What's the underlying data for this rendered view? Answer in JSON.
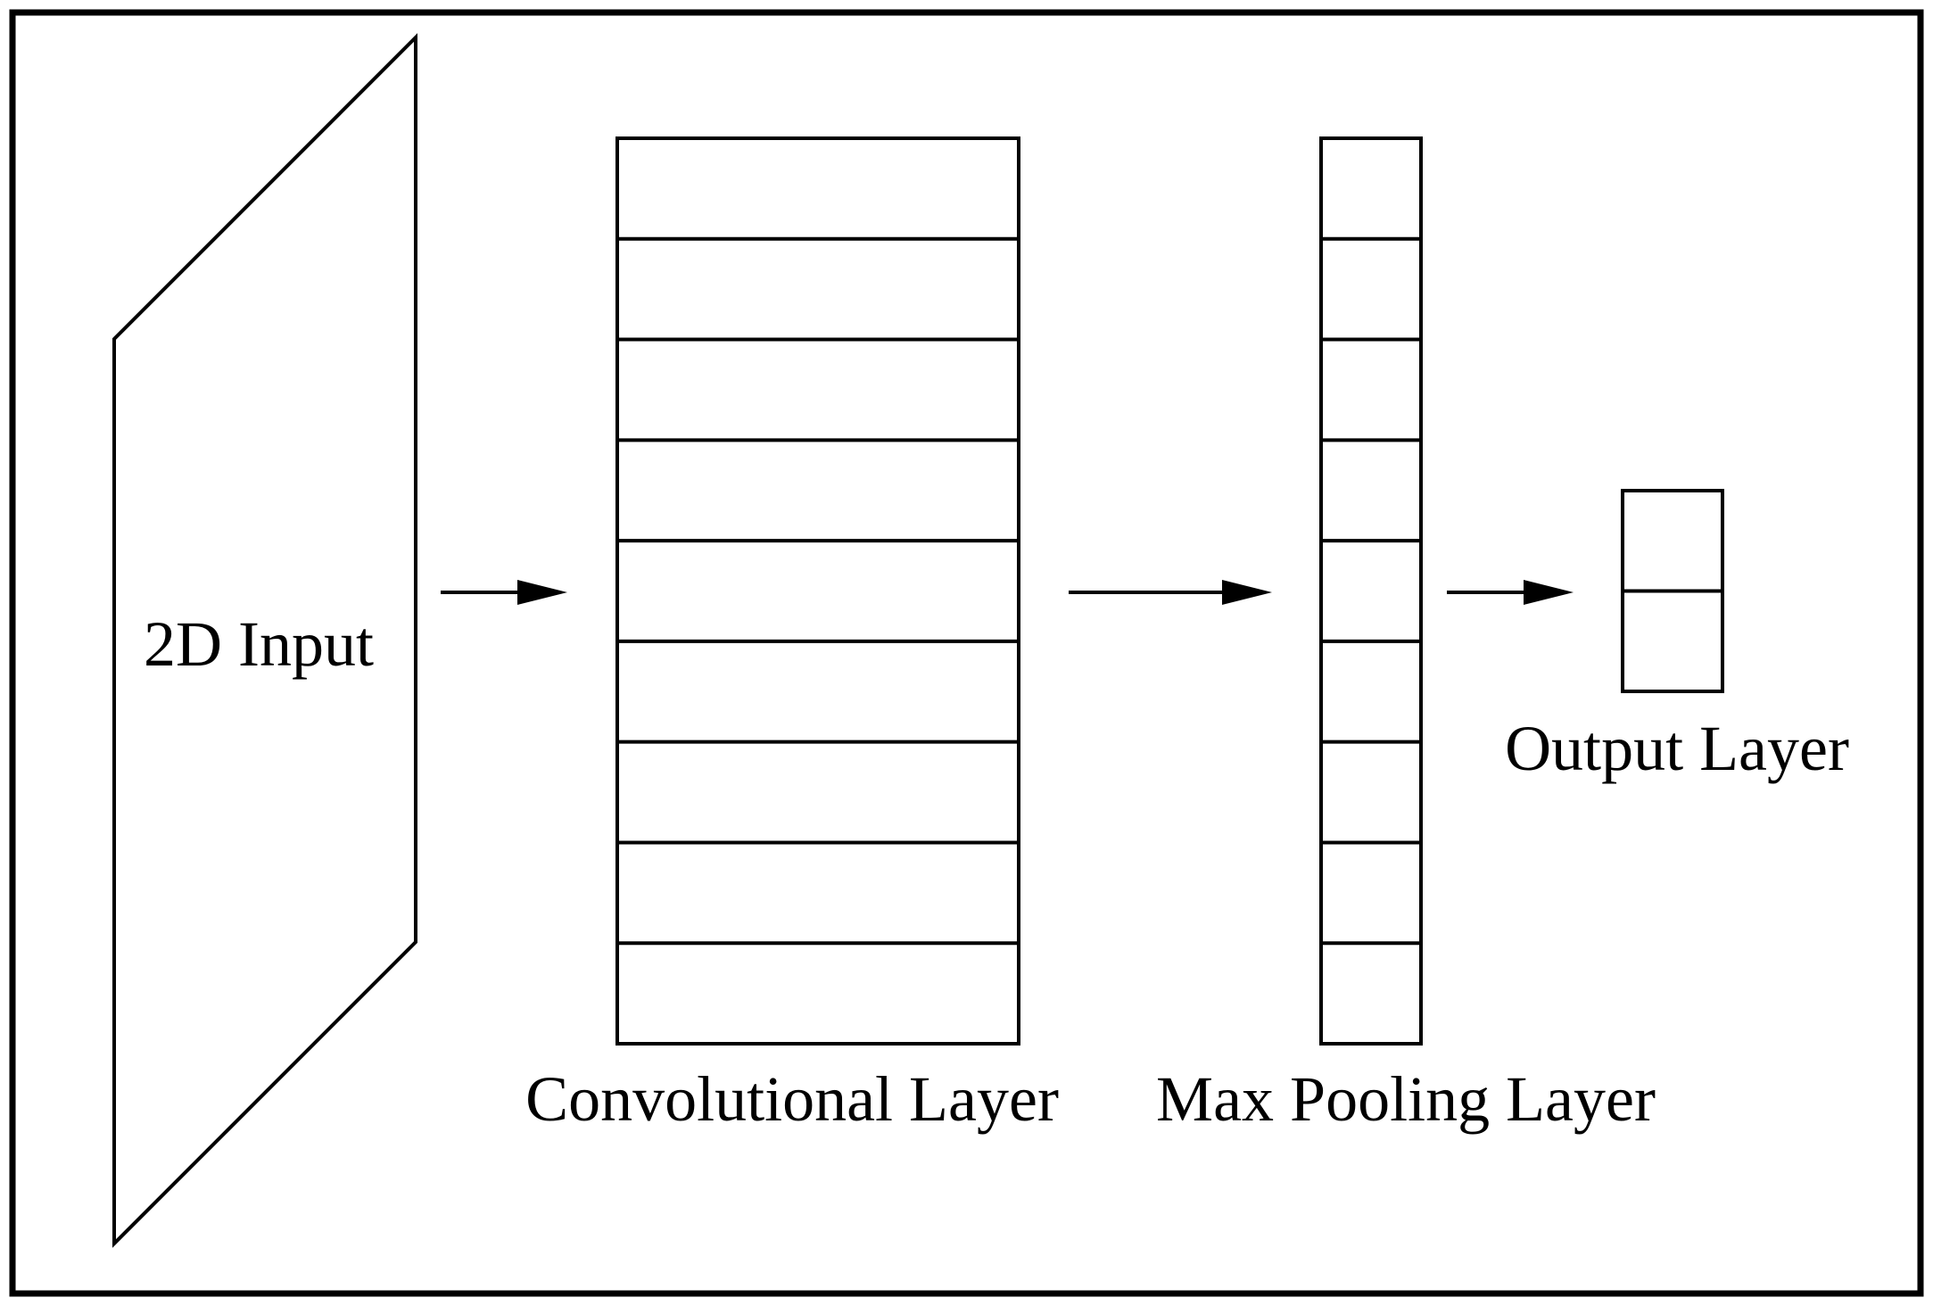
{
  "labels": {
    "input": "2D Input",
    "convolutional": "Convolutional Layer",
    "max_pooling": "Max Pooling Layer",
    "output": "Output Layer"
  },
  "structure": {
    "convolutional_rows": 9,
    "max_pooling_rows": 9,
    "output_rows": 2,
    "arrows": 3
  },
  "colors": {
    "stroke": "#000000",
    "background": "#ffffff"
  }
}
